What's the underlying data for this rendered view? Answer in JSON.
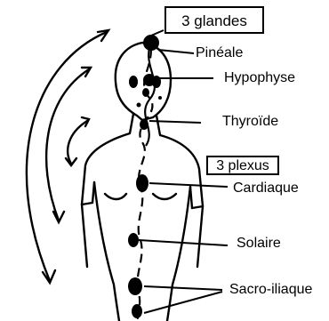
{
  "diagram": {
    "glands_box": "3 glandes",
    "plexus_box": "3 plexus",
    "glands": [
      "Pinéale",
      "Hypophyse",
      "Thyroïde"
    ],
    "plexuses": [
      "Cardiaque",
      "Solaire",
      "Sacro-iliaque"
    ],
    "ink_color": "#000000",
    "background": "#ffffff"
  }
}
